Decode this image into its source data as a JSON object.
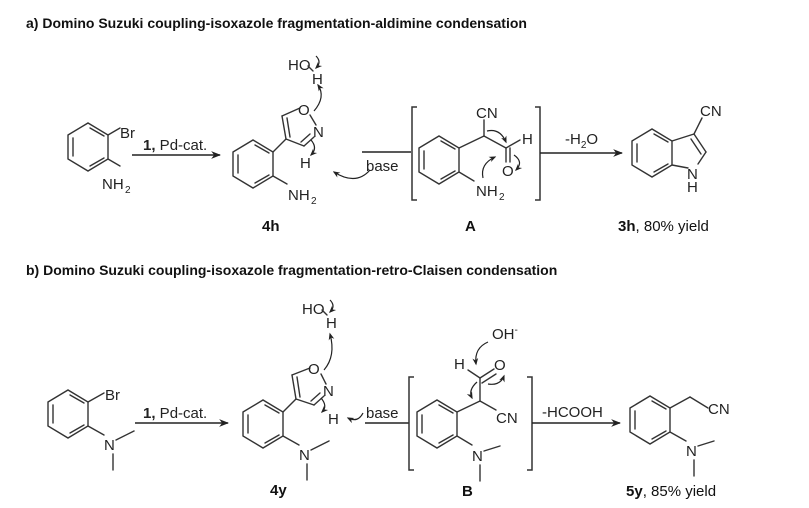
{
  "scheme_a": {
    "heading": "a) Domino Suzuki coupling-isoxazole fragmentation-aldimine condensation",
    "start": {
      "substituent_top": "Br",
      "substituent_bottom": "NH",
      "sub2": "2"
    },
    "step1": {
      "reagent_bold": "1,",
      "reagent": " Pd-cat."
    },
    "intermediate1": {
      "label": "4h",
      "water_HO": "HO",
      "water_H": "H",
      "ring_O": "O",
      "ring_N": "N",
      "ring_H": "H",
      "amine": "NH",
      "amine_sub": "2"
    },
    "step2": {
      "reagent": "base"
    },
    "intermediate2": {
      "label": "A",
      "cn": "CN",
      "aldehyde_H": "H",
      "aldehyde_O": "O",
      "amine": "NH",
      "amine_sub": "2"
    },
    "step3": {
      "reagent_pre": "-H",
      "reagent_sub": "2",
      "reagent_post": "O"
    },
    "product": {
      "label_bold": "3h",
      "label_rest": ", 80% yield",
      "cn": "CN",
      "N": "N",
      "H": "H"
    }
  },
  "scheme_b": {
    "heading": "b) Domino Suzuki coupling-isoxazole fragmentation-retro-Claisen condensation",
    "start": {
      "substituent_top": "Br",
      "amine": "N"
    },
    "step1": {
      "reagent_bold": "1,",
      "reagent": " Pd-cat."
    },
    "intermediate1": {
      "label": "4y",
      "water_HO": "HO",
      "water_H": "H",
      "ring_O": "O",
      "ring_N": "N",
      "ring_H": "H",
      "amine": "N"
    },
    "step2": {
      "reagent": "base"
    },
    "intermediate2": {
      "label": "B",
      "hydroxide": "OH",
      "hydroxide_charge": "-",
      "aldehyde_H": "H",
      "aldehyde_O": "O",
      "cn": "CN",
      "amine": "N"
    },
    "step3": {
      "reagent": "-HCOOH"
    },
    "product": {
      "label_bold": "5y",
      "label_rest": ", 85% yield",
      "cn": "CN",
      "amine": "N"
    }
  }
}
